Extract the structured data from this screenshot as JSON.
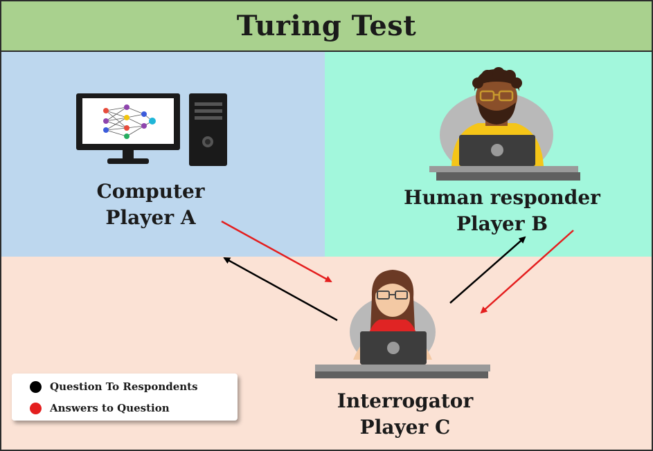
{
  "title": "Turing Test",
  "players": {
    "a": {
      "line1": "Computer",
      "line2": "Player A"
    },
    "b": {
      "line1": "Human responder",
      "line2": "Player B"
    },
    "c": {
      "line1": "Interrogator",
      "line2": "Player C"
    }
  },
  "legend": {
    "items": [
      {
        "label": "Question To Respondents",
        "color": "#000000"
      },
      {
        "label": "Answers to Question",
        "color": "#e41e1e"
      }
    ]
  },
  "colors": {
    "header": "#a9d18e",
    "computer_panel": "#bdd7ee",
    "human_panel": "#a2f7dc",
    "interrogator_panel": "#fbe2d5",
    "question_arrow": "#000000",
    "answer_arrow": "#e41e1e"
  },
  "icons": [
    "computer-monitor-icon",
    "pc-tower-icon",
    "neural-network-icon",
    "human-responder-icon",
    "interrogator-icon",
    "laptop-icon"
  ]
}
